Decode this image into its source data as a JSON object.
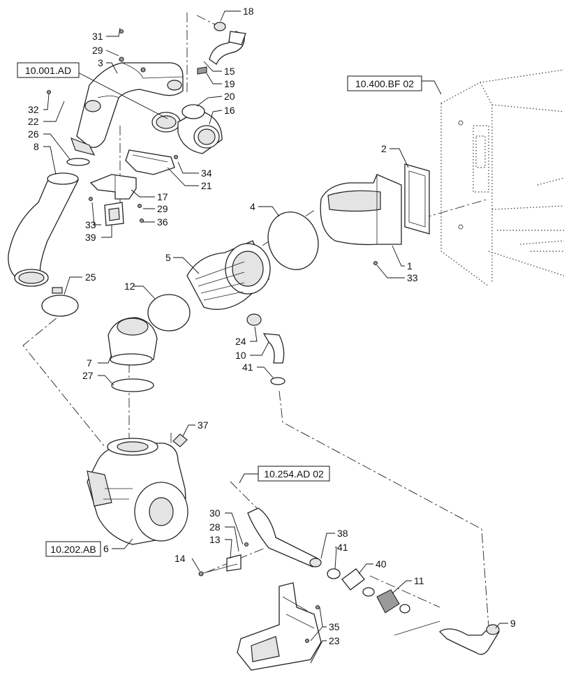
{
  "refs": [
    {
      "id": "ref-10001ad",
      "text": "10.001.AD"
    },
    {
      "id": "ref-10400bf02",
      "text": "10.400.BF 02"
    },
    {
      "id": "ref-10254ad02",
      "text": "10.254.AD 02"
    },
    {
      "id": "ref-10202ab",
      "text": "10.202.AB"
    }
  ],
  "callouts": [
    "1",
    "2",
    "3",
    "4",
    "5",
    "6",
    "7",
    "8",
    "9",
    "10",
    "11",
    "12",
    "13",
    "14",
    "15",
    "16",
    "17",
    "18",
    "19",
    "20",
    "21",
    "22",
    "23",
    "24",
    "25",
    "26",
    "27",
    "28",
    "29",
    "30",
    "31",
    "32",
    "33",
    "34",
    "35",
    "36",
    "37",
    "38",
    "39",
    "40",
    "41"
  ],
  "callout_labels": {
    "c18": "18",
    "c31": "31",
    "c29a": "29",
    "c3": "3",
    "c15": "15",
    "c19": "19",
    "c20": "20",
    "c16": "16",
    "c32": "32",
    "c22": "22",
    "c26": "26",
    "c8": "8",
    "c34": "34",
    "c21": "21",
    "c17": "17",
    "c29b": "29",
    "c33a": "33",
    "c36": "36",
    "c39": "39",
    "c2": "2",
    "c4": "4",
    "c1": "1",
    "c33b": "33",
    "c5": "5",
    "c25": "25",
    "c12": "12",
    "c24": "24",
    "c10": "10",
    "c41a": "41",
    "c7": "7",
    "c27": "27",
    "c37": "37",
    "c30": "30",
    "c28": "28",
    "c13": "13",
    "c14": "14",
    "c6": "6",
    "c38": "38",
    "c41b": "41",
    "c40": "40",
    "c11": "11",
    "c9": "9",
    "c35": "35",
    "c23": "23"
  }
}
